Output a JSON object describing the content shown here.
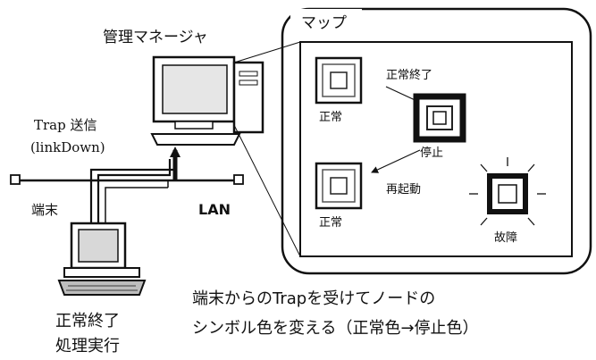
{
  "manager": {
    "title": "管理マネージャ"
  },
  "trap": {
    "line1": "Trap 送信",
    "line2": "(linkDown)"
  },
  "terminal": {
    "label": "端末",
    "action_line1": "正常終了",
    "action_line2": "処理実行"
  },
  "network": {
    "label": "LAN"
  },
  "map": {
    "title": "マップ",
    "normal_top_label": "正常",
    "normal_shutdown_label": "正常終了",
    "stopped_label": "停止",
    "restart_label": "再起動",
    "normal_bottom_label": "正常",
    "fault_label": "故障"
  },
  "caption": {
    "line1": "端末からのTrapを受けてノードの",
    "line2": "シンボル色を変える（正常色→停止色）"
  }
}
